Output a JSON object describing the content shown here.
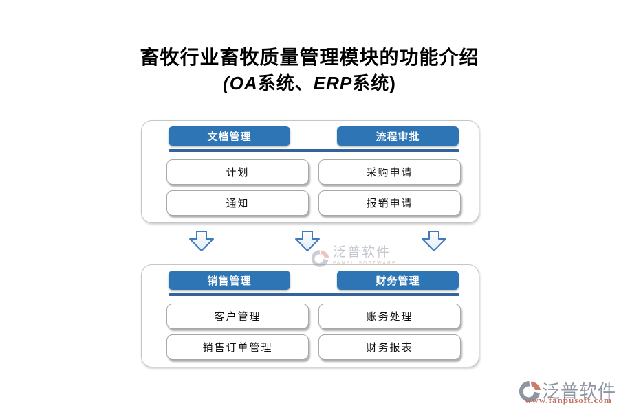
{
  "title": {
    "line1": "畜牧行业畜牧质量管理模块的功能介绍",
    "line2": {
      "p1": "(OA",
      "p2": "系统、",
      "p3": "ERP",
      "p4": "系统)"
    }
  },
  "diagram": {
    "top_panel": {
      "columns": [
        {
          "header": "文档管理",
          "items": [
            "计划",
            "通知"
          ]
        },
        {
          "header": "流程审批",
          "items": [
            "采购申请",
            "报销申请"
          ]
        }
      ]
    },
    "bottom_panel": {
      "columns": [
        {
          "header": "销售管理",
          "items": [
            "客户管理",
            "销售订单管理"
          ]
        },
        {
          "header": "财务管理",
          "items": [
            "账务处理",
            "财务报表"
          ]
        }
      ]
    },
    "arrow_icon": "down-arrow"
  },
  "watermark_center": {
    "brand": "泛普软件",
    "sub": "FANPU SOFTWARE"
  },
  "watermark_corner": {
    "brand": "泛普软件",
    "url": "www.fanpusoft.com"
  },
  "colors": {
    "header_blue": "#2E75B6",
    "line_blue": "#33639C",
    "arrow_blue": "#3F7ABC",
    "panel_border_gray": "#C6C6C6",
    "brand_gray": "#8E95A2",
    "brand_salmon": "#C2705E"
  }
}
